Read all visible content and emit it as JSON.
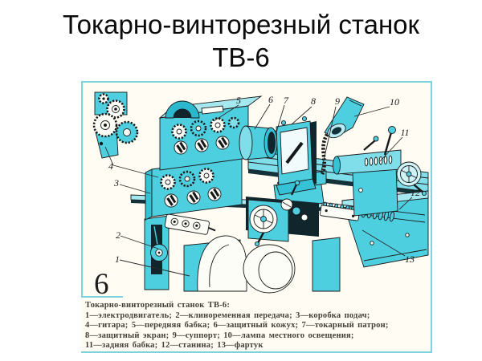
{
  "slide": {
    "title_line1": "Токарно-винторезный станок",
    "title_line2": "ТВ-6"
  },
  "figure": {
    "number": "6",
    "callouts": [
      "1",
      "2",
      "3",
      "4",
      "5",
      "6",
      "7",
      "8",
      "9",
      "10",
      "11",
      "12",
      "13"
    ],
    "caption_title": "Токарно-винторезный станок ТВ-6:",
    "caption_lines": [
      "1—электродвигатель; 2—клиноременная передача; 3—коробка подач;",
      "4—гитара; 5—передняя бабка; 6—защитный кожух; 7—токарный патрон;",
      "8—защитный экран; 9—суппорт; 10—лампа местного освещения;",
      "11—задняя бабка; 12—станина; 13—фартук"
    ],
    "colors": {
      "machine_cyan": "#4ecfe0",
      "machine_cyan_dark": "#35c2d6",
      "machine_cyan_light": "#a5e8f0",
      "frame_border": "#7ed3da",
      "paper": "#fffdf3",
      "ink": "#1a1a1a"
    }
  }
}
